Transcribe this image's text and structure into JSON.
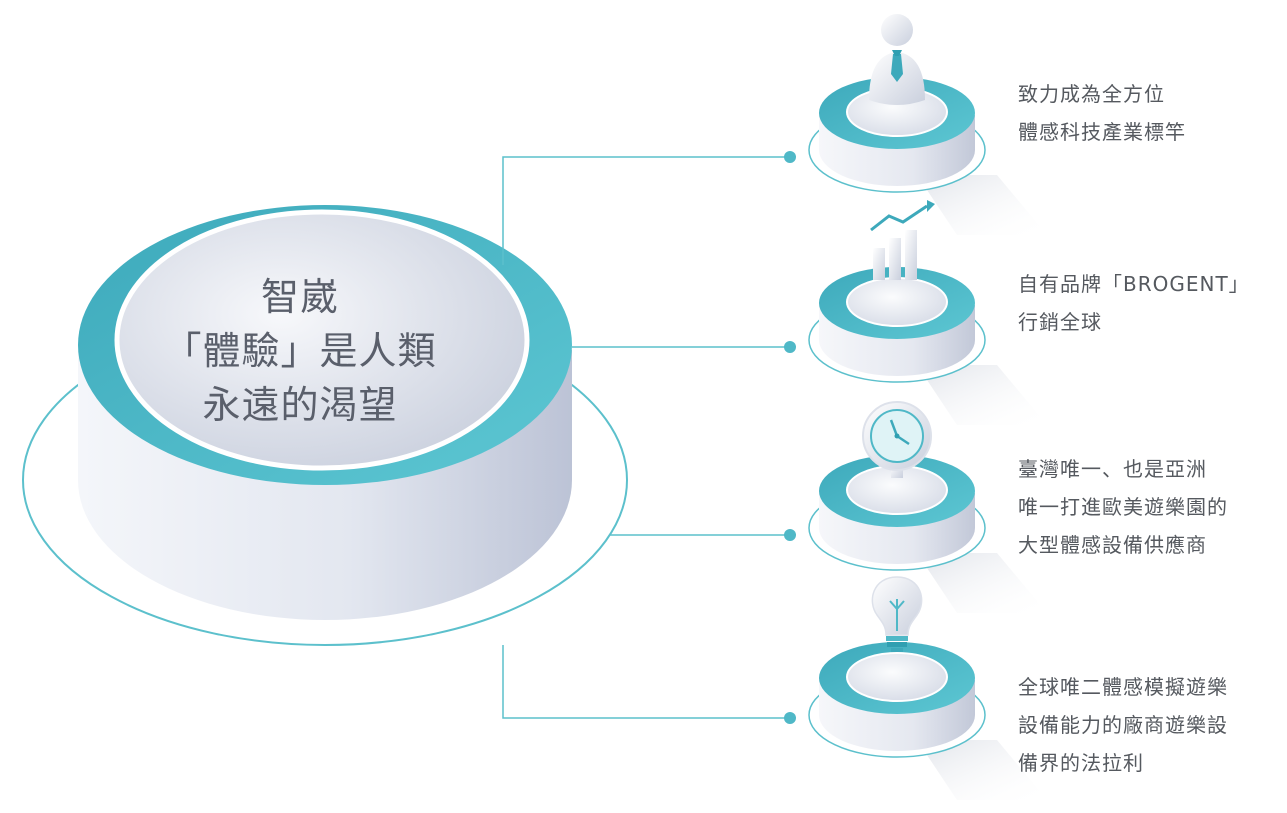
{
  "main": {
    "lines": [
      "智崴",
      "「體驗」是人類",
      "永遠的渴望"
    ]
  },
  "items": [
    {
      "icon": "businessman-icon",
      "lines": [
        "致力成為全方位",
        "體感科技產業標竿"
      ]
    },
    {
      "icon": "growth-chart-icon",
      "lines": [
        "自有品牌「BROGENT」",
        "行銷全球"
      ]
    },
    {
      "icon": "clock-icon",
      "lines": [
        "臺灣唯一、也是亞洲",
        "唯一打進歐美遊樂園的",
        "大型體感設備供應商"
      ]
    },
    {
      "icon": "lightbulb-icon",
      "lines": [
        "全球唯二體感模擬遊樂",
        "設備能力的廠商遊樂設",
        "備界的法拉利"
      ]
    }
  ],
  "colors": {
    "accent": "#4fb8c7",
    "accent_dark": "#2f9fb1",
    "connector": "#5cc0cc",
    "pedestal_light": "#eef1f6",
    "pedestal_shade": "#c4cadb",
    "text": "#55595f"
  }
}
